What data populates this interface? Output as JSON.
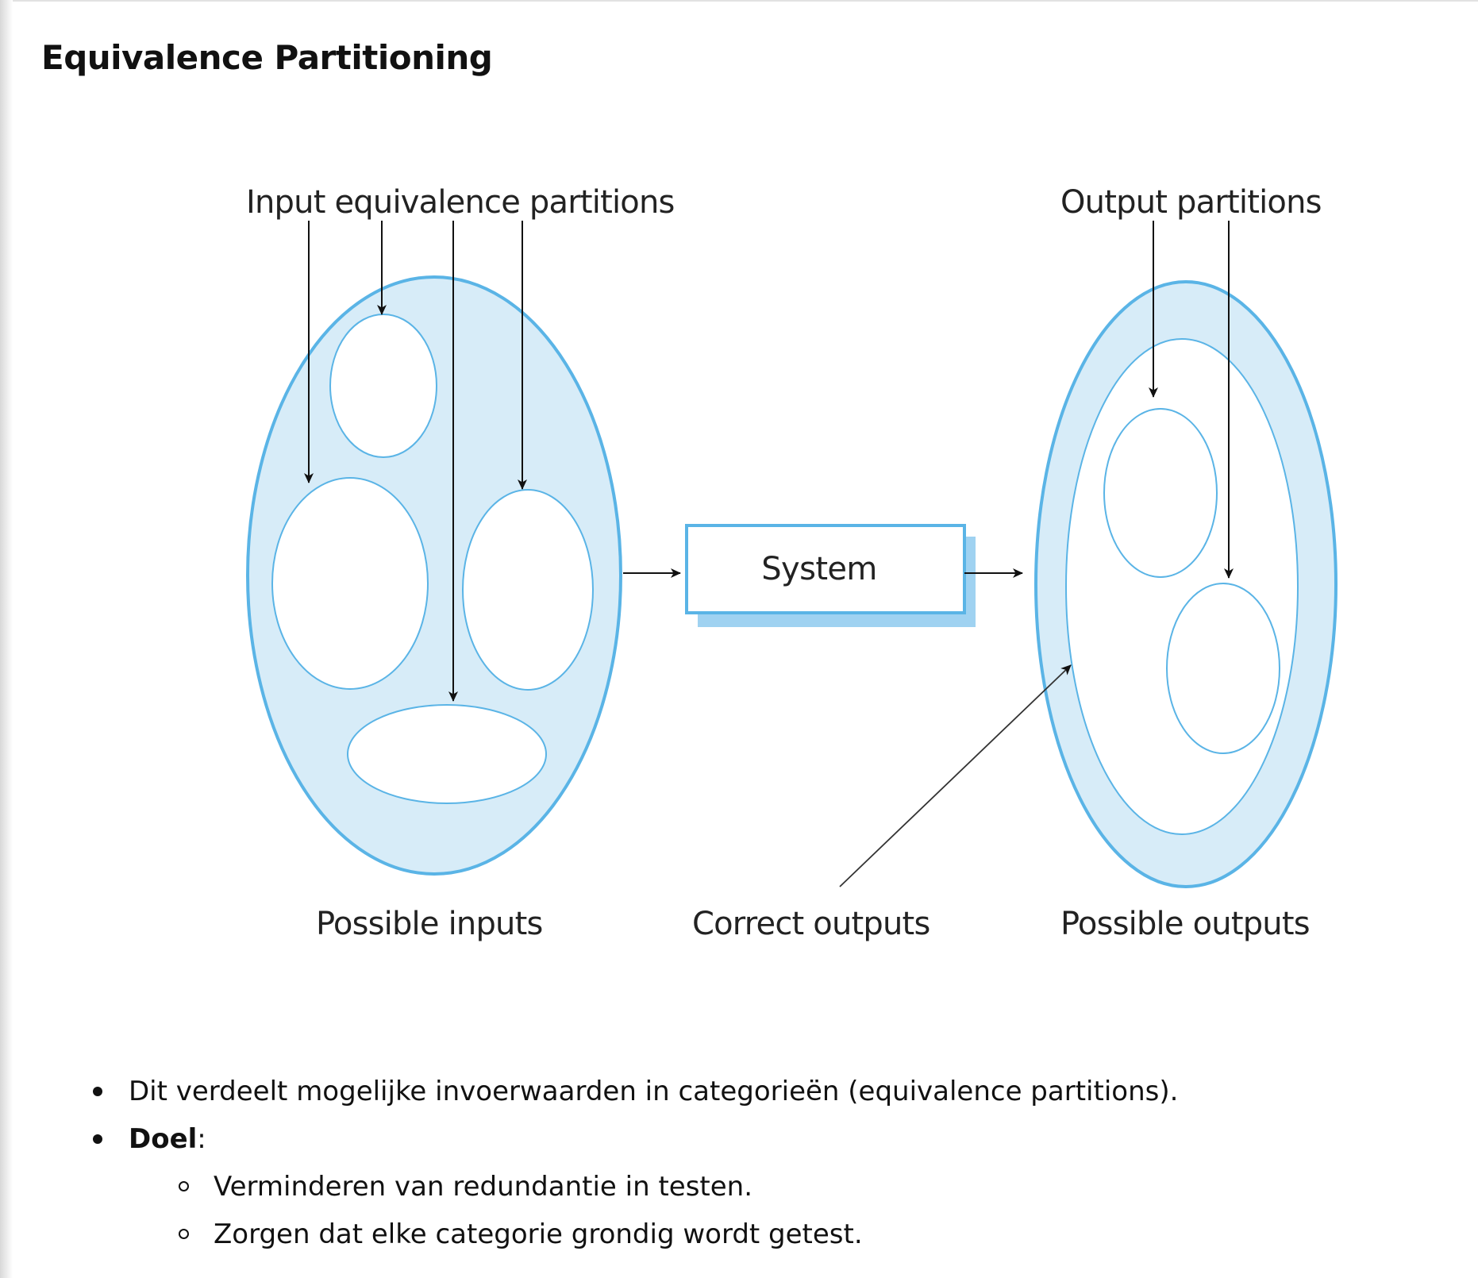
{
  "page": {
    "title": "Equivalence Partitioning"
  },
  "diagram": {
    "labels": {
      "input_partitions": "Input equivalence partitions",
      "output_partitions": "Output partitions",
      "system": "System",
      "possible_inputs": "Possible inputs",
      "correct_outputs": "Correct outputs",
      "possible_outputs": "Possible outputs"
    },
    "colors": {
      "fill_light_blue": "#d7ecf8",
      "outline_blue": "#5ab4e6",
      "shadow_blue": "#9fd2f1",
      "arrow": "#111111"
    }
  },
  "bullets": [
    {
      "text": "Dit verdeelt mogelijke invoerwaarden in categorieën (equivalence partitions)."
    },
    {
      "bold": "Doel",
      "suffix": ":"
    }
  ],
  "sub_bullets": [
    {
      "text": "Verminderen van redundantie in testen."
    },
    {
      "text": "Zorgen dat elke categorie grondig wordt getest."
    }
  ]
}
